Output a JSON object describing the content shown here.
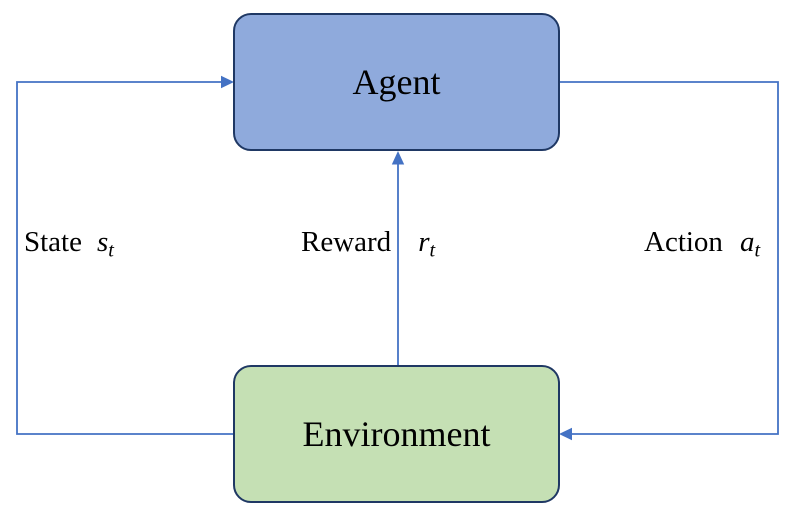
{
  "diagram": {
    "background_color": "#ffffff",
    "arrow_color": "#4472C4",
    "node_border_color": "#1F3864",
    "nodes": {
      "agent": {
        "label": "Agent",
        "fill": "#8FAADC"
      },
      "environment": {
        "label": "Environment",
        "fill": "#C5E0B4"
      }
    },
    "edges": {
      "state": {
        "label": "State",
        "symbol": "s",
        "subscript": "t",
        "from": "Environment",
        "to": "Agent"
      },
      "reward": {
        "label": "Reward",
        "symbol": "r",
        "subscript": "t",
        "from": "Environment",
        "to": "Agent"
      },
      "action": {
        "label": "Action",
        "symbol": "a",
        "subscript": "t",
        "from": "Agent",
        "to": "Environment"
      }
    }
  }
}
